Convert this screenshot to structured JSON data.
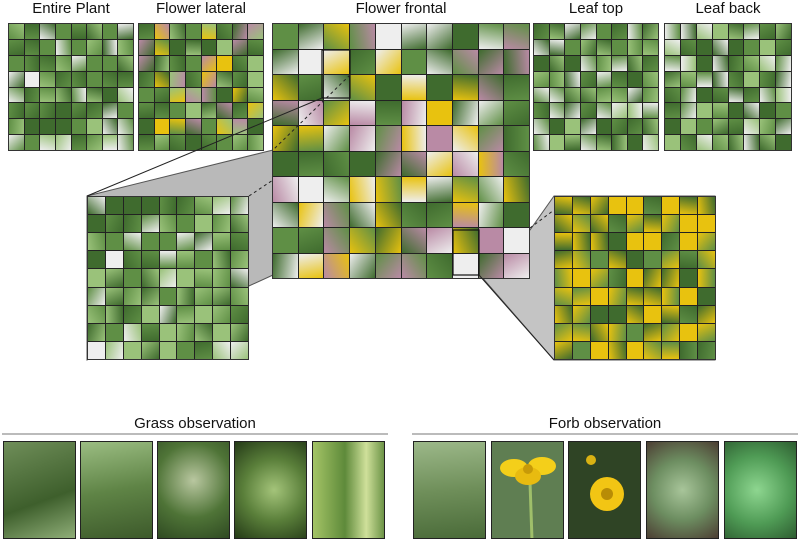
{
  "panels": {
    "entire_plant": "Entire Plant",
    "flower_lateral": "Flower lateral",
    "flower_frontal": "Flower frontal",
    "leaf_top": "Leaf top",
    "leaf_back": "Leaf back"
  },
  "observations": {
    "grass": "Grass observation",
    "forb": "Forb observation"
  },
  "colors": {
    "dark_green": "#3f6b2e",
    "mid_green": "#5f8f45",
    "light_green": "#9ac27a",
    "yellow": "#e8c20f",
    "pink": "#b98aa5",
    "white": "#eeeeee",
    "projection_grey": "#b3b3b3"
  }
}
